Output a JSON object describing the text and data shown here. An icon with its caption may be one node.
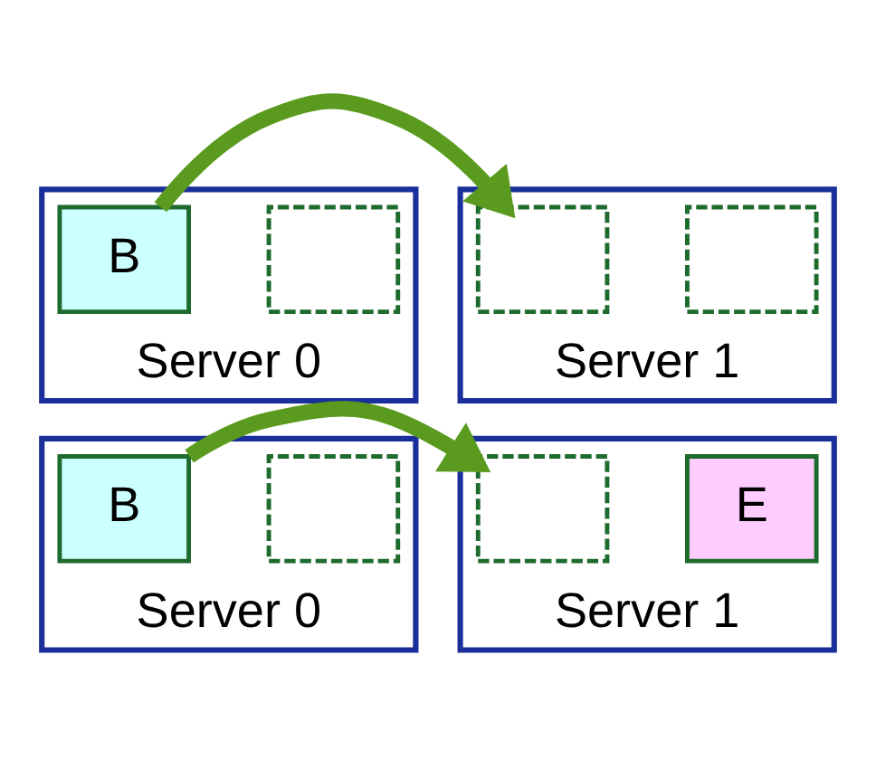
{
  "diagram": {
    "nodes": [
      {
        "text": [
          "Server 0"
        ]
      },
      {
        "text": [
          "B"
        ],
        "in": 0
      },
      {
        "text": [],
        "shape": "box",
        "in": 0
      },
      {
        "text": [
          "Server 1"
        ]
      },
      {
        "text": [],
        "shape": "box",
        "in": 3
      },
      {
        "text": [],
        "shape": "box",
        "in": 3
      },
      {
        "text": [
          "Server 0"
        ]
      },
      {
        "text": [
          "B"
        ],
        "in": 6
      },
      {
        "text": [],
        "shape": "box",
        "in": 6
      },
      {
        "text": [
          "Server 1"
        ]
      },
      {
        "text": [],
        "shape": "box",
        "in": 9
      },
      {
        "text": [
          "E"
        ],
        "in": 9
      }
    ],
    "edges": [
      {
        "from": 1,
        "to": 4,
        "arrow": "to"
      },
      {
        "from": 7,
        "to": 10,
        "arrow": "to"
      }
    ]
  }
}
